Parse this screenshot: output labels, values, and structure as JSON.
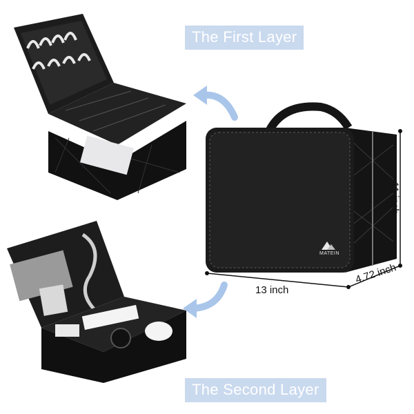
{
  "labels": {
    "first_layer": "The First Layer",
    "second_layer": "The Second Layer"
  },
  "dimensions": {
    "width": "13 inch",
    "height": "11 inch",
    "depth": "4.72 inch"
  },
  "brand": {
    "name": "MATEIN"
  },
  "colors": {
    "label_bg": "#c9d9ee",
    "arrow": "#a9c6ea",
    "case_black": "#1b1b1b"
  }
}
